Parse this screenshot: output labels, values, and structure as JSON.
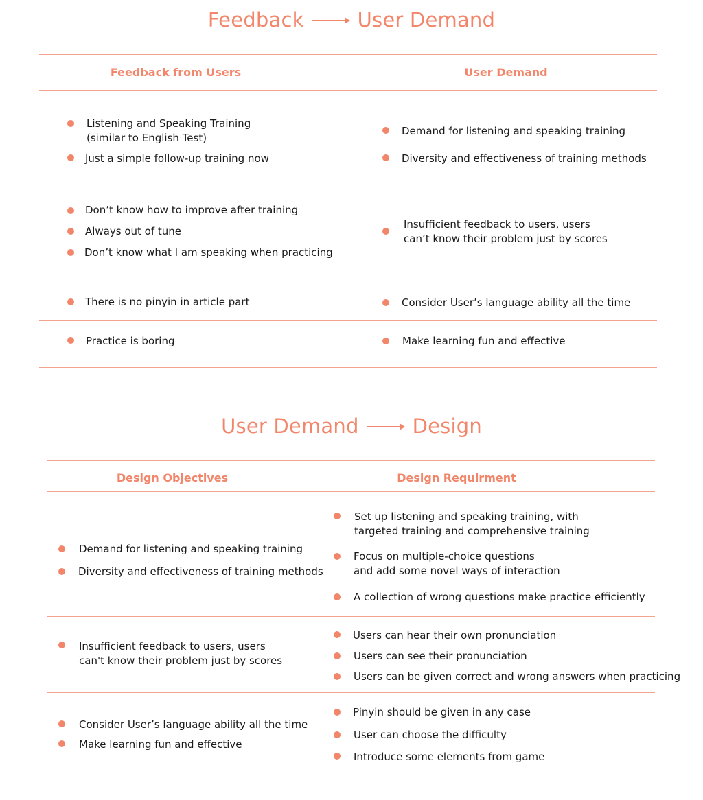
{
  "section1": {
    "title_left": "Feedback",
    "title_right": "User Demand",
    "col_left": "Feedback from Users",
    "col_right": "User Demand",
    "rows": [
      {
        "left": [
          "Listening and Speaking Training\n(similar to English Test)",
          "Just a simple follow-up training now"
        ],
        "right": [
          "Demand for listening and speaking training",
          "Diversity and effectiveness of training methods"
        ]
      },
      {
        "left": [
          "Don’t know how to improve after training",
          "Always out of tune",
          "Don’t know what I am speaking when practicing"
        ],
        "right": [
          "Insufficient feedback to users, users\ncan’t know their problem just by scores"
        ]
      },
      {
        "left": [
          "There is no pinyin in article part"
        ],
        "right": [
          "Consider User’s language ability all the time"
        ]
      },
      {
        "left": [
          "Practice is boring"
        ],
        "right": [
          "Make learning fun and effective"
        ]
      }
    ]
  },
  "section2": {
    "title_left": "User Demand",
    "title_right": "Design",
    "col_left": "Design Objectives",
    "col_right": "Design Requirment",
    "rows": [
      {
        "left": [
          "Demand for listening and speaking training",
          "Diversity and effectiveness of training methods"
        ],
        "right": [
          "Set up listening and speaking training, with\ntargeted training and comprehensive training",
          "Focus on multiple-choice questions\nand add some novel ways of interaction",
          "A collection of wrong questions make practice efficiently"
        ]
      },
      {
        "left": [
          "Insufficient feedback to users, users\ncan't know their problem just by scores"
        ],
        "right": [
          "Users can hear their own pronunciation",
          "Users can see their pronunciation",
          "Users can be given correct and wrong answers when practicing"
        ]
      },
      {
        "left": [
          "Consider User’s language ability all the time",
          "Make learning fun and effective"
        ],
        "right": [
          "Pinyin should be given in any case",
          "User can choose the difficulty",
          "Introduce some elements from game"
        ]
      }
    ]
  },
  "colors": {
    "accent": "#f2866a",
    "rule": "#f4a48e",
    "text": "#1a1a1a"
  }
}
